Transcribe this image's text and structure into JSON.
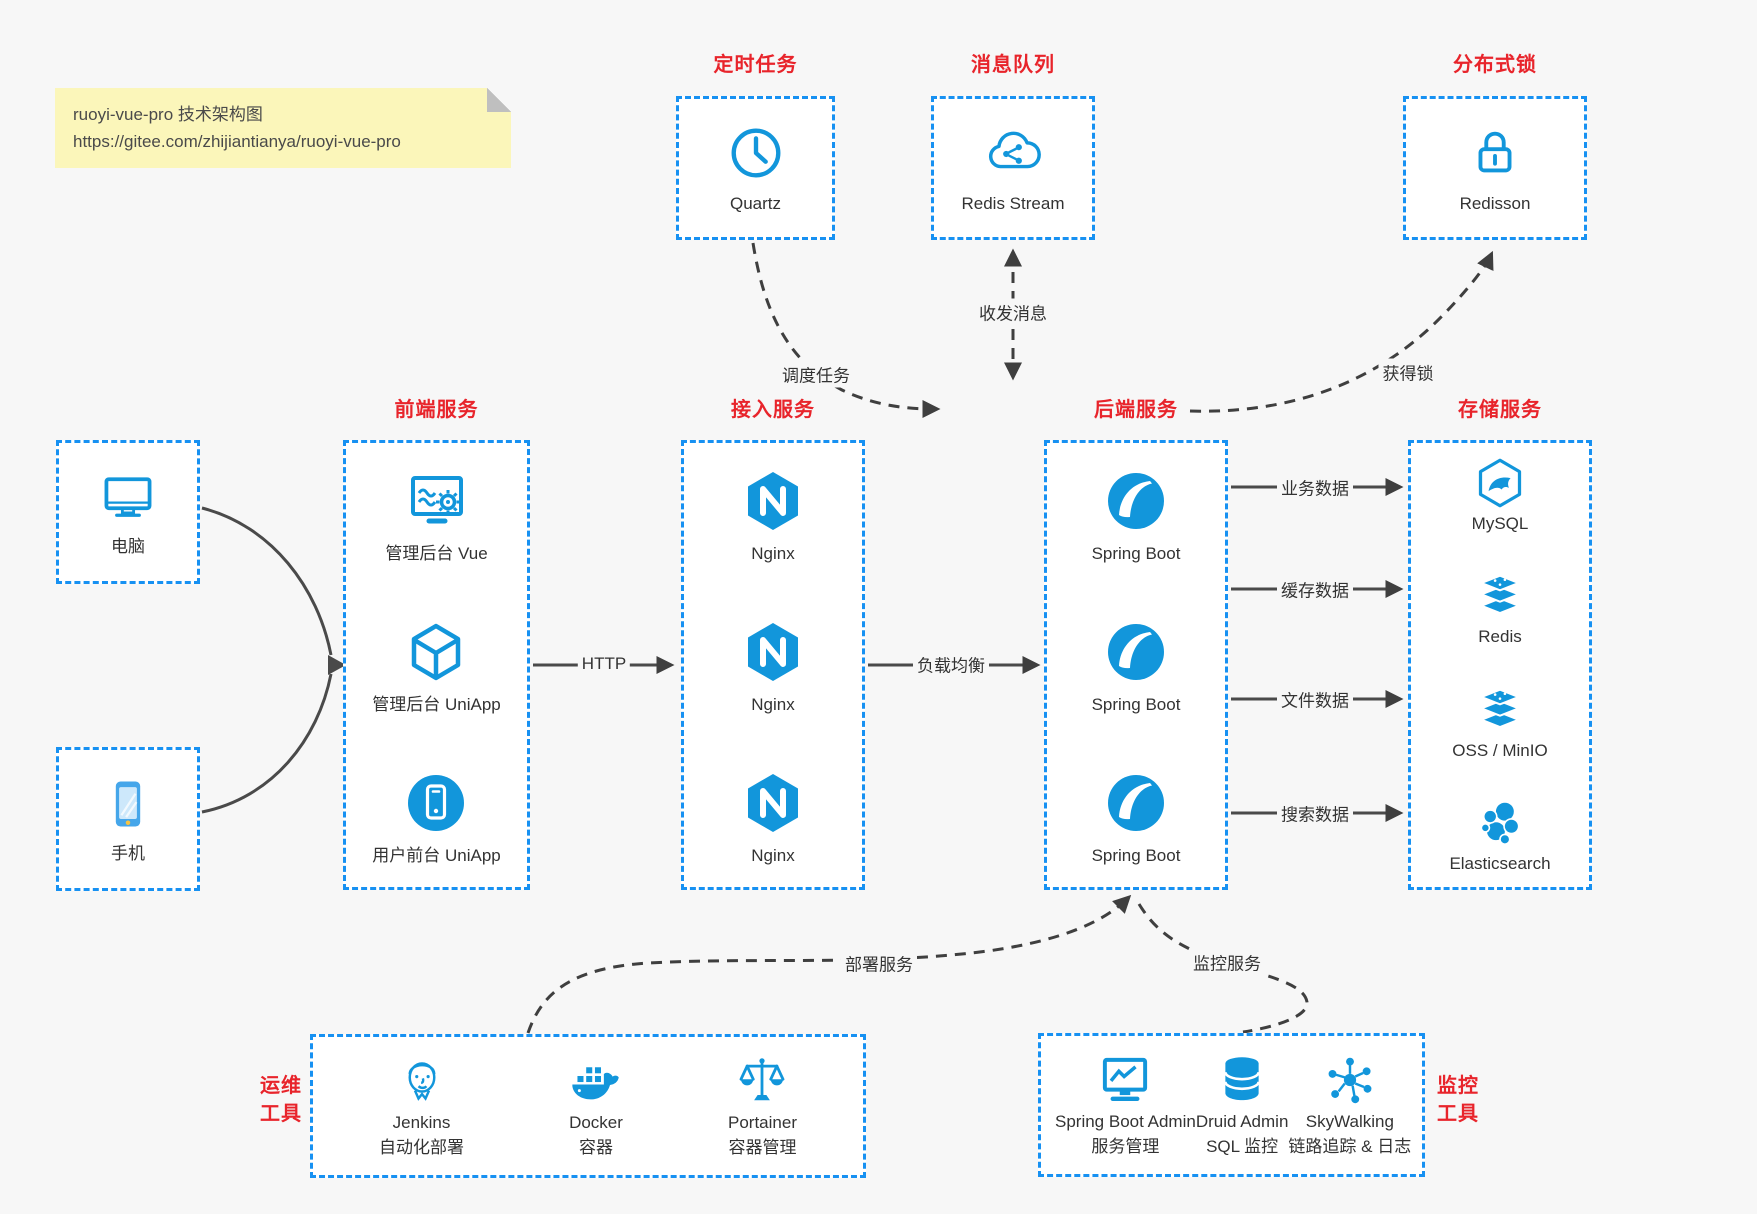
{
  "note": {
    "line1": "ruoyi-vue-pro 技术架构图",
    "line2": "https://gitee.com/zhijiantianya/ruoyi-vue-pro"
  },
  "top_groups": [
    {
      "title": "定时任务",
      "item": {
        "icon": "clock-icon",
        "label": "Quartz"
      }
    },
    {
      "title": "消息队列",
      "item": {
        "icon": "cloud-share-icon",
        "label": "Redis Stream"
      }
    },
    {
      "title": "分布式锁",
      "item": {
        "icon": "lock-icon",
        "label": "Redisson"
      }
    }
  ],
  "clients": [
    {
      "icon": "desktop-icon",
      "label": "电脑"
    },
    {
      "icon": "smartphone-icon",
      "label": "手机"
    }
  ],
  "columns": [
    {
      "title": "前端服务",
      "items": [
        {
          "icon": "admin-vue-icon",
          "label": "管理后台 Vue"
        },
        {
          "icon": "uniapp-cube-icon",
          "label": "管理后台 UniApp"
        },
        {
          "icon": "mobile-app-icon",
          "label": "用户前台 UniApp"
        }
      ]
    },
    {
      "title": "接入服务",
      "items": [
        {
          "icon": "nginx-icon",
          "label": "Nginx"
        },
        {
          "icon": "nginx-icon",
          "label": "Nginx"
        },
        {
          "icon": "nginx-icon",
          "label": "Nginx"
        }
      ]
    },
    {
      "title": "后端服务",
      "items": [
        {
          "icon": "spring-boot-icon",
          "label": "Spring Boot"
        },
        {
          "icon": "spring-boot-icon",
          "label": "Spring Boot"
        },
        {
          "icon": "spring-boot-icon",
          "label": "Spring Boot"
        }
      ]
    },
    {
      "title": "存储服务",
      "items": [
        {
          "icon": "mysql-icon",
          "label": "MySQL"
        },
        {
          "icon": "redis-stack-icon",
          "label": "Redis"
        },
        {
          "icon": "storage-stack-icon",
          "label": "OSS / MinIO"
        },
        {
          "icon": "elasticsearch-icon",
          "label": "Elasticsearch"
        }
      ]
    }
  ],
  "bottom_groups": [
    {
      "title_lines": [
        "运维",
        "工具"
      ],
      "items": [
        {
          "icon": "jenkins-icon",
          "label": "Jenkins",
          "sublabel": "自动化部署"
        },
        {
          "icon": "docker-icon",
          "label": "Docker",
          "sublabel": "容器"
        },
        {
          "icon": "portainer-icon",
          "label": "Portainer",
          "sublabel": "容器管理"
        }
      ]
    },
    {
      "title_lines": [
        "监控",
        "工具"
      ],
      "items": [
        {
          "icon": "spring-boot-admin-icon",
          "label": "Spring Boot Admin",
          "sublabel": "服务管理"
        },
        {
          "icon": "druid-icon",
          "label": "Druid Admin",
          "sublabel": "SQL 监控"
        },
        {
          "icon": "skywalking-icon",
          "label": "SkyWalking",
          "sublabel": "链路追踪 & 日志"
        }
      ]
    }
  ],
  "edges": {
    "http": "HTTP",
    "load_balance": "负载均衡",
    "business_data": "业务数据",
    "cache_data": "缓存数据",
    "file_data": "文件数据",
    "search_data": "搜索数据",
    "schedule_task": "调度任务",
    "send_receive_message": "收发消息",
    "acquire_lock": "获得锁",
    "deploy_service": "部署服务",
    "monitor_service": "监控服务"
  },
  "colors": {
    "border_blue": "#1791f2",
    "icon_blue": "#1296db",
    "title_red": "#e8242b",
    "background": "#f7f7f7",
    "note_yellow": "#fbf6ba",
    "arrow_gray": "#4a4a4a",
    "arrow_dark": "#3f3f3f"
  }
}
